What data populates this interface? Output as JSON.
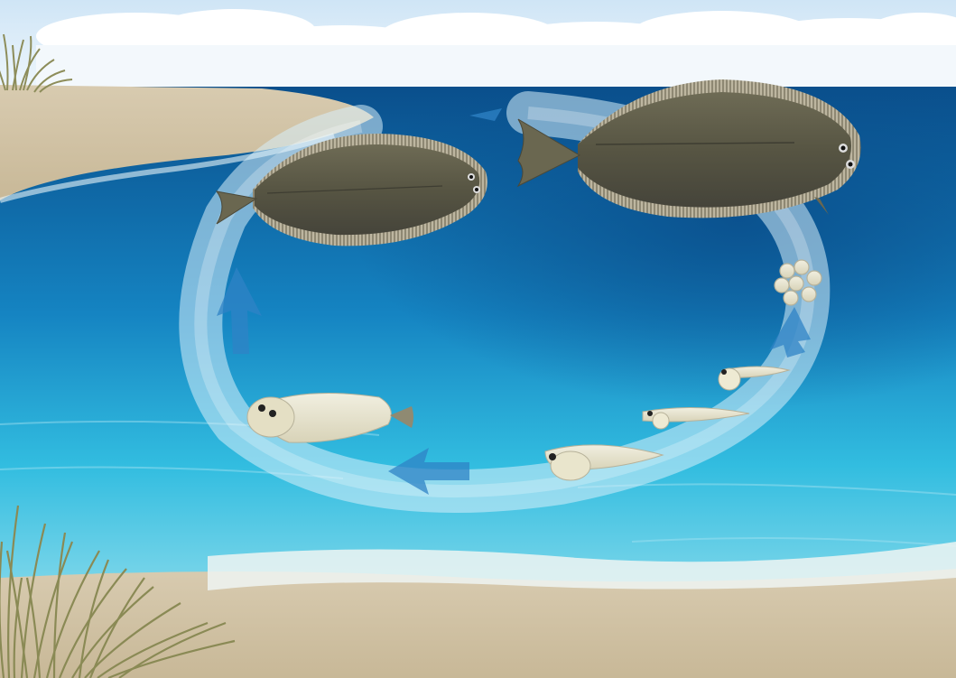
{
  "scene": {
    "stages": [
      {
        "key": "eggs",
        "icon": "egg-cluster-icon"
      },
      {
        "key": "yolk-sac-larva",
        "icon": "yolk-sac-larva-icon"
      },
      {
        "key": "early-larva",
        "icon": "early-larva-icon"
      },
      {
        "key": "pelagic-larva",
        "icon": "pelagic-larva-icon"
      },
      {
        "key": "metamorphosing-larva",
        "icon": "metamorphosing-larva-icon"
      },
      {
        "key": "juvenile-flatfish",
        "icon": "juvenile-flatfish-icon"
      },
      {
        "key": "adult-flatfish",
        "icon": "adult-flatfish-icon"
      }
    ],
    "cycle_direction": "clockwise",
    "colors": {
      "sky": "#dfeffb",
      "cloud": "#ffffff",
      "deep_water": "#0b5c9e",
      "shallow_water": "#2db8dc",
      "sand": "#d2c3a6",
      "grass": "#8f8f5a",
      "fish_body": "#5c5a48",
      "larva_body": "#e6e3cf",
      "cycle_arrow": "#c7e6f7"
    }
  }
}
